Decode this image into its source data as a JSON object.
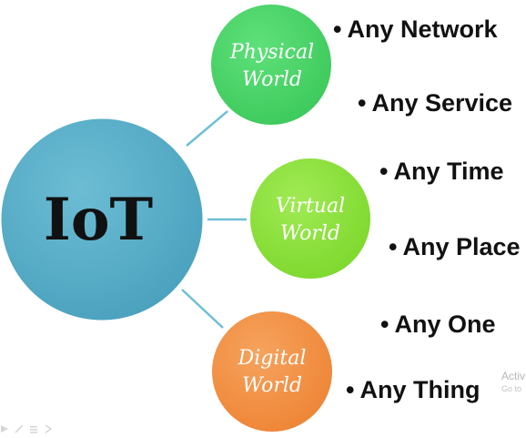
{
  "diagram": {
    "center": {
      "label": "IoT",
      "color": "#5aaec8"
    },
    "worlds": [
      {
        "line1": "Physical",
        "line2": "World",
        "color": "#4cd76b"
      },
      {
        "line1": "Virtual",
        "line2": "World",
        "color": "#8fe23f"
      },
      {
        "line1": "Digital",
        "line2": "World",
        "color": "#f39448"
      }
    ],
    "connector_color": "#6fbfd6"
  },
  "bullets": [
    {
      "label": "Any Network"
    },
    {
      "label": "Any Service"
    },
    {
      "label": "Any Time"
    },
    {
      "label": "Any Place"
    },
    {
      "label": "Any One"
    },
    {
      "label": "Any Thing"
    }
  ],
  "bullet_char": "•",
  "watermark": {
    "line1": "Activ",
    "line2": "Go to"
  }
}
